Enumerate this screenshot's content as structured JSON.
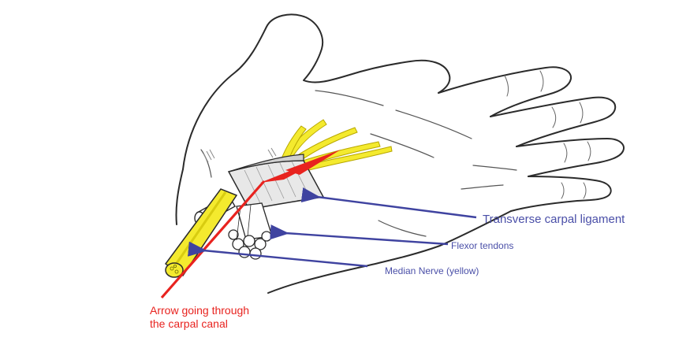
{
  "labels": {
    "ligament": "Transverse carpal ligament",
    "tendons": "Flexor tendons",
    "nerve": "Median Nerve (yellow)",
    "arrow": "Arrow going through the carpal canal"
  },
  "colors": {
    "outline": "#2b2b2b",
    "nerve": "#f4ea2e",
    "arrow": "#e8231f",
    "pointer": "#3f43a0",
    "label_blue": "#4a4fa8",
    "ligament_fill": "#d9d9d9"
  }
}
